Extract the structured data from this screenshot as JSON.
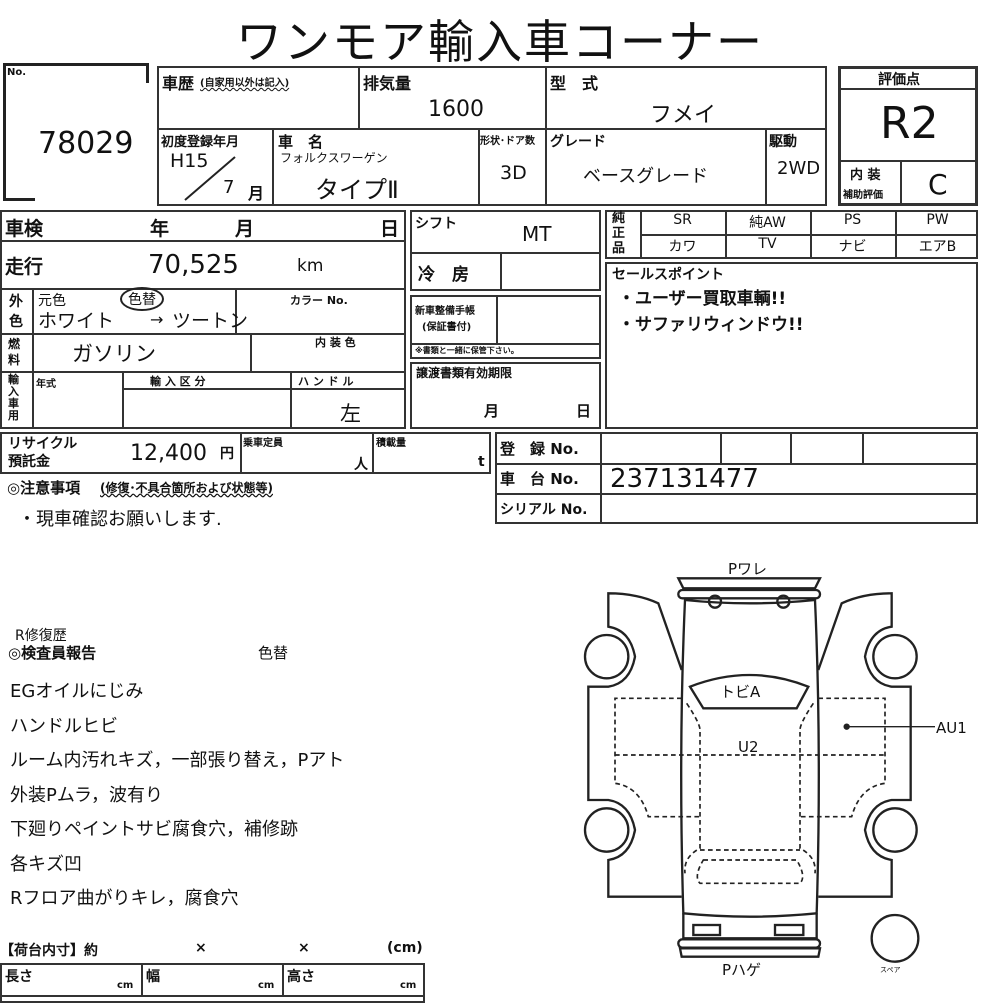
{
  "title": "ワンモア輸入車コーナー",
  "lot": {
    "label": "No.",
    "value": "78029"
  },
  "history": {
    "label": "車歴",
    "note": "(自家用以外は記入)"
  },
  "displacement": {
    "label": "排気量",
    "value": "1600"
  },
  "model_code": {
    "label": "型　式",
    "value": "フメイ"
  },
  "first_reg": {
    "label": "初度登録年月",
    "year": "H15",
    "month": "7",
    "month_unit": "月"
  },
  "car_name": {
    "label": "車　名",
    "maker": "フォルクスワーゲン",
    "name": "タイプⅡ"
  },
  "doors": {
    "label": "形状･ドア数",
    "value": "3D"
  },
  "grade": {
    "label": "グレード",
    "value": "ベースグレード"
  },
  "drive": {
    "label": "駆動",
    "value": "2WD"
  },
  "score": {
    "label": "評価点",
    "value": "R2",
    "interior_label": "内 装",
    "interior_sub": "補助評価",
    "interior_value": "C"
  },
  "inspection": {
    "label": "車検",
    "year": "年",
    "month": "月",
    "day": "日"
  },
  "mileage": {
    "label": "走行",
    "value": "70,525",
    "unit": "km"
  },
  "exterior": {
    "label1": "外",
    "label2": "色",
    "orig_label": "元色",
    "repaint": "色替",
    "orig": "ホワイト",
    "arrow": "→",
    "new": "ツートン",
    "color_no": "カラー No."
  },
  "fuel": {
    "label1": "燃",
    "label2": "料",
    "value": "ガソリン",
    "interior_color": "内 装 色"
  },
  "import": {
    "label": "輸入車用",
    "year_label": "年式",
    "class_label": "輸 入 区 分",
    "handle_label": "ハ ン ド ル",
    "handle": "左"
  },
  "shift": {
    "label": "シフト",
    "value": "MT"
  },
  "ac": {
    "label": "冷　房"
  },
  "maint": {
    "label1": "新車整備手帳",
    "label2": "(保証書付)",
    "note": "※書類と一緒に保管下さい。"
  },
  "transfer": {
    "label": "譲渡書類有効期限",
    "month": "月",
    "day": "日"
  },
  "options": {
    "label": "純正品",
    "row1": [
      "SR",
      "純AW",
      "PS",
      "PW"
    ],
    "row2": [
      "カワ",
      "TV",
      "ナビ",
      "エアB"
    ]
  },
  "sales": {
    "label": "セールスポイント",
    "points": [
      "・ユーザー買取車輌!!",
      "・サファリウィンドウ!!"
    ]
  },
  "recycle": {
    "label1": "リサイクル",
    "label2": "預託金",
    "value": "12,400",
    "unit": "円",
    "capacity_label": "乗車定員",
    "capacity_unit": "人",
    "load_label": "積載量",
    "load_unit": "t"
  },
  "reg": {
    "reg_label": "登　録 No.",
    "chassis_label": "車　台 No.",
    "chassis": "237131477",
    "serial_label": "シリアル No."
  },
  "notes": {
    "label": "◎注意事項",
    "sub": "(修復･不具合箇所および状態等)",
    "line": "・現車確認お願いします."
  },
  "report": {
    "repair": "R修復歴",
    "label": "◎検査員報告",
    "repaint": "色替",
    "lines": [
      "EGオイルにじみ",
      "ハンドルヒビ",
      "ルーム内汚れキズ，一部張り替え，Pアト",
      "外装Pムラ，波有り",
      "下廻りペイントサビ腐食穴，補修跡",
      "各キズ凹",
      "Rフロア曲がりキレ，腐食穴"
    ]
  },
  "cargo": {
    "label": "【荷台内寸】約",
    "x1": "×",
    "x2": "×",
    "unit": "(cm)",
    "length": "長さ",
    "width": "幅",
    "height": "高さ",
    "cm": "cm"
  },
  "diagram": {
    "front": "Pワレ",
    "rear": "Pハゲ",
    "windshield": "トビA",
    "roof": "U2",
    "side": "AU1",
    "spare": "スペア"
  }
}
